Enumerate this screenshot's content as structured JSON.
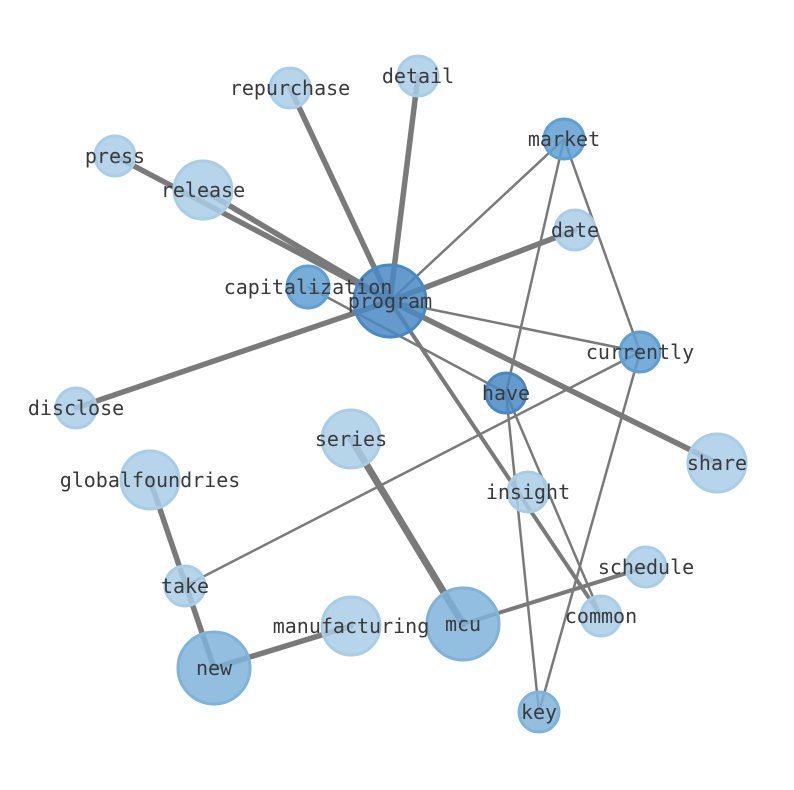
{
  "nodes": [
    {
      "id": "program",
      "label": "program",
      "size": 5,
      "shade": 5
    },
    {
      "id": "mcu",
      "label": "mcu",
      "size": 5,
      "shade": 3
    },
    {
      "id": "new",
      "label": "new",
      "size": 5,
      "shade": 3
    },
    {
      "id": "share",
      "label": "share",
      "size": 4,
      "shade": 1
    },
    {
      "id": "series",
      "label": "series",
      "size": 4,
      "shade": 1
    },
    {
      "id": "manufacturing",
      "label": "manufacturing",
      "size": 4,
      "shade": 1
    },
    {
      "id": "release",
      "label": "release",
      "size": 4,
      "shade": 1
    },
    {
      "id": "globalfoundries",
      "label": "globalfoundries",
      "size": 4,
      "shade": 1
    },
    {
      "id": "capitalization",
      "label": "capitalization",
      "size": 3,
      "shade": 4
    },
    {
      "id": "market",
      "label": "market",
      "size": 2,
      "shade": 4
    },
    {
      "id": "currently",
      "label": "currently",
      "size": 2,
      "shade": 4
    },
    {
      "id": "have",
      "label": "have",
      "size": 2,
      "shade": 5
    },
    {
      "id": "key",
      "label": "key",
      "size": 2,
      "shade": 3
    },
    {
      "id": "insight",
      "label": "insight",
      "size": 2,
      "shade": 1
    },
    {
      "id": "date",
      "label": "date",
      "size": 2,
      "shade": 1
    },
    {
      "id": "detail",
      "label": "detail",
      "size": 2,
      "shade": 1
    },
    {
      "id": "repurchase",
      "label": "repurchase",
      "size": 2,
      "shade": 1
    },
    {
      "id": "press",
      "label": "press",
      "size": 2,
      "shade": 1
    },
    {
      "id": "disclose",
      "label": "disclose",
      "size": 2,
      "shade": 1
    },
    {
      "id": "take",
      "label": "take",
      "size": 2,
      "shade": 1
    },
    {
      "id": "schedule",
      "label": "schedule",
      "size": 2,
      "shade": 1
    },
    {
      "id": "common",
      "label": "common",
      "size": 2,
      "shade": 1
    }
  ],
  "edges": [
    {
      "source": "program",
      "target": "detail",
      "weight": 3
    },
    {
      "source": "program",
      "target": "repurchase",
      "weight": 3
    },
    {
      "source": "program",
      "target": "press",
      "weight": 3
    },
    {
      "source": "program",
      "target": "release",
      "weight": 3
    },
    {
      "source": "program",
      "target": "date",
      "weight": 3
    },
    {
      "source": "program",
      "target": "disclose",
      "weight": 3
    },
    {
      "source": "program",
      "target": "share",
      "weight": 3
    },
    {
      "source": "program",
      "target": "market",
      "weight": 1
    },
    {
      "source": "program",
      "target": "currently",
      "weight": 1
    },
    {
      "source": "program",
      "target": "common",
      "weight": 2
    },
    {
      "source": "capitalization",
      "target": "have",
      "weight": 1
    },
    {
      "source": "market",
      "target": "have",
      "weight": 1
    },
    {
      "source": "market",
      "target": "currently",
      "weight": 1
    },
    {
      "source": "currently",
      "target": "key",
      "weight": 1
    },
    {
      "source": "currently",
      "target": "take",
      "weight": 1
    },
    {
      "source": "have",
      "target": "key",
      "weight": 1
    },
    {
      "source": "have",
      "target": "common",
      "weight": 1
    },
    {
      "source": "series",
      "target": "mcu",
      "weight": 4
    },
    {
      "source": "mcu",
      "target": "schedule",
      "weight": 2
    },
    {
      "source": "globalfoundries",
      "target": "new",
      "weight": 3
    },
    {
      "source": "new",
      "target": "manufacturing",
      "weight": 3
    }
  ],
  "colors": {
    "shade_1": "#a9cde6",
    "shade_3": "#7fb3da",
    "shade_4": "#5f9fd2",
    "shade_5": "#4a88c4",
    "edge": "#7a7a7a",
    "label": "#3a3a3a"
  }
}
